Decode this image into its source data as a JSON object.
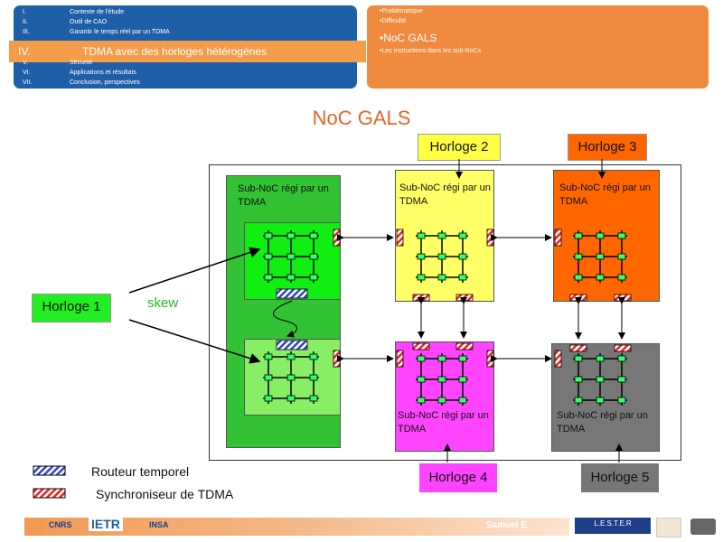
{
  "outline": {
    "items": [
      {
        "num": "I.",
        "text": "Contexte de l'étude"
      },
      {
        "num": "II.",
        "text": "Outil de CAO"
      },
      {
        "num": "III.",
        "text": "Garantir le temps réel par un TDMA"
      },
      {
        "num": "IV.",
        "text": "TDMA avec des horloges hétérogènes"
      },
      {
        "num": "V.",
        "text": "Sécurité"
      },
      {
        "num": "VI.",
        "text": "Applications et résultats"
      },
      {
        "num": "VII.",
        "text": "Conclusion, perspectives"
      }
    ]
  },
  "subsections": {
    "items": [
      "Problématique",
      "Difficulté",
      "NoC GALS",
      "Les instructions dans les sub-NoCs"
    ]
  },
  "title": "NoC GALS",
  "clocks": {
    "h1": "Horloge 1",
    "h2": "Horloge 2",
    "h3": "Horloge 3",
    "h4": "Horloge 4",
    "h5": "Horloge 5"
  },
  "subnoc_label": "Sub-NoC régi par un TDMA",
  "skew_label": "skew",
  "legend": {
    "router": "Routeur temporel",
    "sync": "Synchroniseur de TDMA"
  },
  "footer": {
    "author": "Samuel E",
    "logo_cnrs": "CNRS",
    "logo_ietr": "IETR",
    "logo_insa": "INSA",
    "logo_lester": "L.E.S.T.E.R"
  },
  "colors": {
    "header_blue": "#1f5fa8",
    "header_orange": "#f08a3e",
    "title": "#e8632a",
    "green_dark": "#33c233",
    "green_bright": "#11ee11",
    "green_light": "#88ee66",
    "yellow": "#ffff66",
    "orange": "#ff6600",
    "magenta": "#ff44ff",
    "gray": "#777777"
  }
}
